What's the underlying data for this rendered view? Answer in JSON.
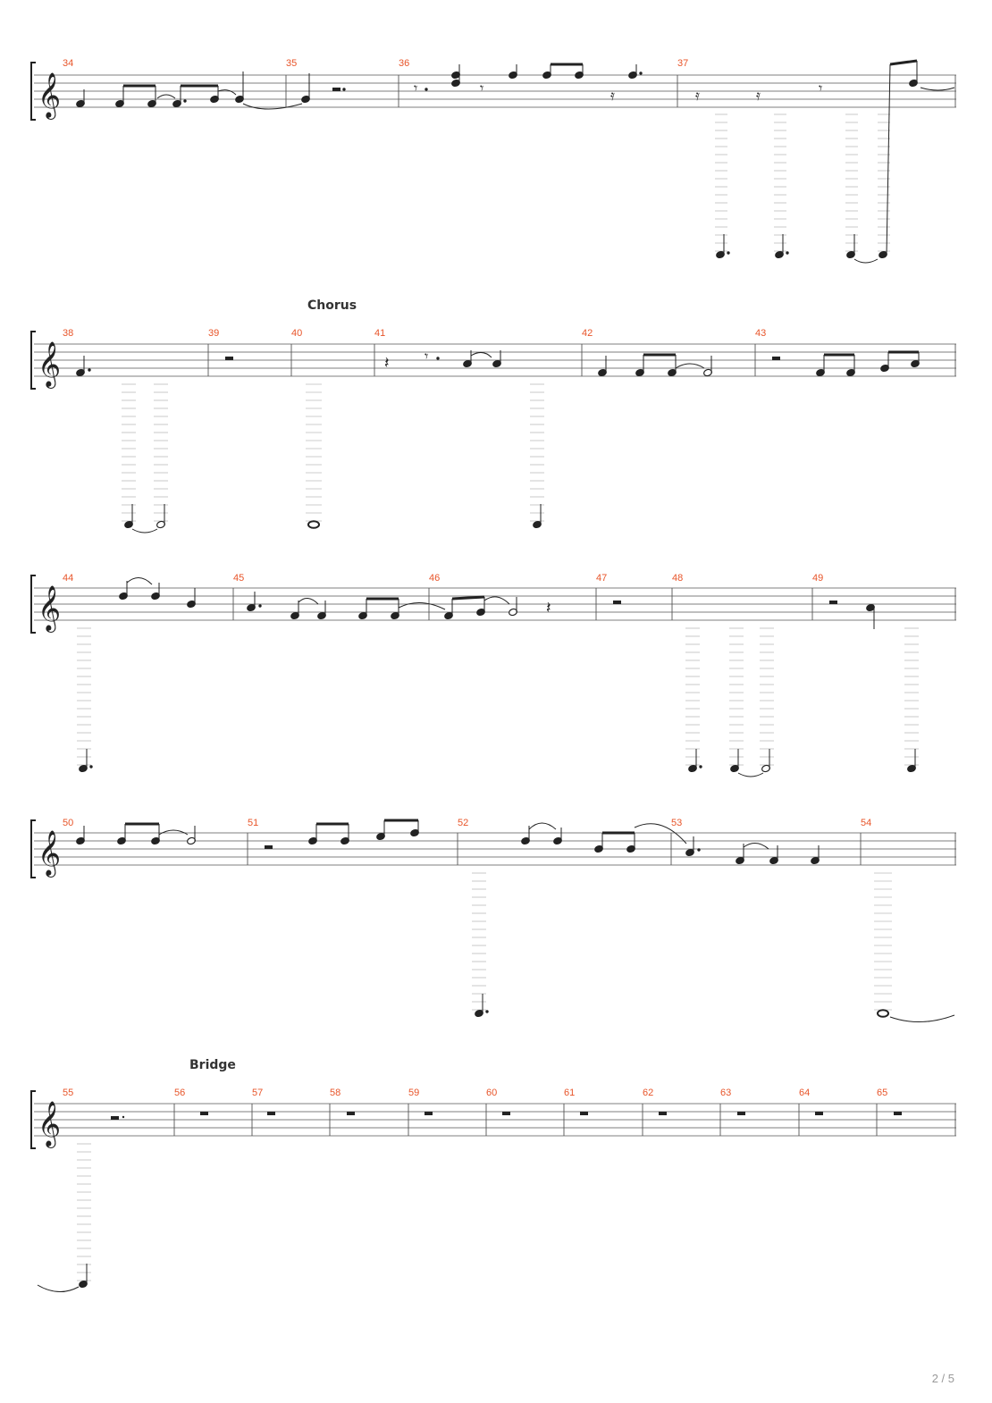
{
  "page": {
    "number": "2 / 5"
  },
  "sections": [
    {
      "id": "chorus",
      "label": "Chorus"
    },
    {
      "id": "bridge",
      "label": "Bridge"
    }
  ],
  "systems": [
    {
      "measures": [
        "34",
        "35",
        "36",
        "37"
      ]
    },
    {
      "measures": [
        "38",
        "39",
        "40",
        "41",
        "42",
        "43"
      ]
    },
    {
      "measures": [
        "44",
        "45",
        "46",
        "47",
        "48",
        "49"
      ]
    },
    {
      "measures": [
        "50",
        "51",
        "52",
        "53",
        "54"
      ]
    },
    {
      "measures": [
        "55",
        "56",
        "57",
        "58",
        "59",
        "60",
        "61",
        "62",
        "63",
        "64",
        "65"
      ]
    }
  ],
  "colors": {
    "measure_number": "#e8552a",
    "ink": "#222222",
    "staff_line": "#555555",
    "ledger": "#bbbbbb"
  }
}
